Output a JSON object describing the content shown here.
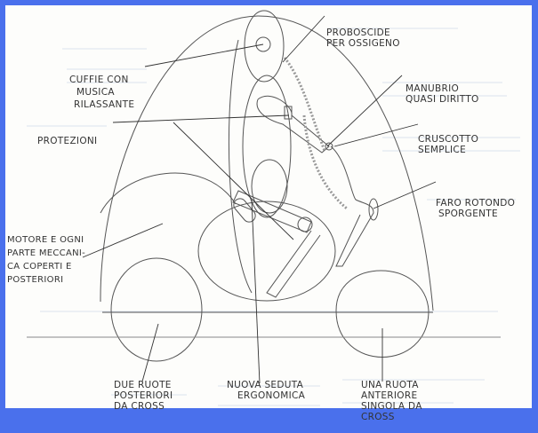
{
  "labels": {
    "proboscide": [
      "PROBOSCIDE",
      "PER OSSIGENO"
    ],
    "cuffie": [
      "CUFFIE CON",
      "MUSICA",
      "RILASSANTE"
    ],
    "manubrio": [
      "MANUBRIO",
      "QUASI DIRITTO"
    ],
    "protezioni": [
      "PROTEZIONI"
    ],
    "cruscotto": [
      "CRUSCOTTO",
      "SEMPLICE"
    ],
    "faro": [
      "FARO ROTONDO",
      "SPORGENTE"
    ],
    "motore": [
      "MOTORE E OGNI",
      "PARTE MECCANI-",
      "CA COPERTI E",
      "POSTERIORI"
    ],
    "ruote_posteriori": [
      "DUE RUOTE",
      "POSTERIORI",
      "DA CROSS"
    ],
    "seduta": [
      "NUOVA SEDUTA",
      "ERGONOMICA"
    ],
    "ruota_anteriore": [
      "UNA RUOTA",
      "ANTERIORE",
      "SINGOLA DA",
      "CROSS"
    ]
  },
  "colors": {
    "border": "#4a70ec",
    "pencil": "#555555"
  }
}
